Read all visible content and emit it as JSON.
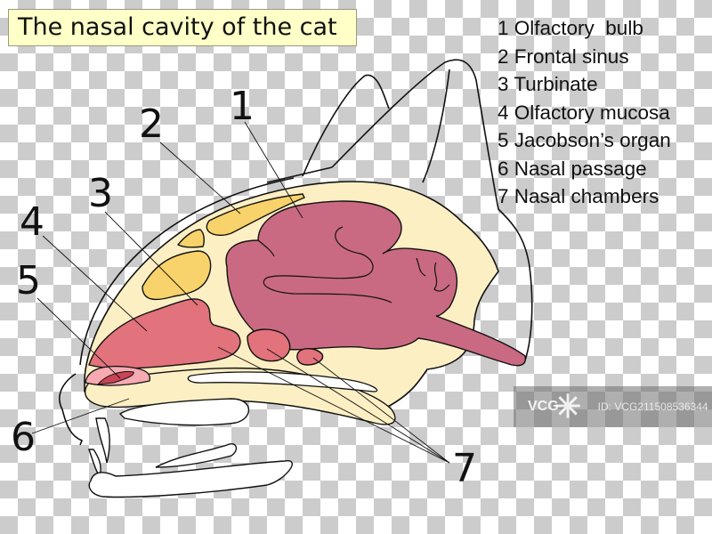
{
  "title": "The nasal cavity of the cat",
  "legend": {
    "items": [
      {
        "number": "1",
        "label": "Olfactory  bulb",
        "text": "1 Olfactory  bulb"
      },
      {
        "number": "2",
        "label": "Frontal sinus",
        "text": "2 Frontal sinus"
      },
      {
        "number": "3",
        "label": "Turbinate",
        "text": "3 Turbinate"
      },
      {
        "number": "4",
        "label": "Olfactory mucosa",
        "text": "4 Olfactory mucosa"
      },
      {
        "number": "5",
        "label": "Jacobson’s organ",
        "text": "5 Jacobson’s organ"
      },
      {
        "number": "6",
        "label": "Nasal passage",
        "text": "6 Nasal passage"
      },
      {
        "number": "7",
        "label": "Nasal chambers",
        "text": "7 Nasal chambers"
      }
    ]
  },
  "callouts": {
    "n1": "1",
    "n2": "2",
    "n3": "3",
    "n4": "4",
    "n5": "5",
    "n6": "6",
    "n7": "7"
  },
  "colors": {
    "bone": "#fdefc4",
    "sinus": "#f8d26a",
    "brain": "#c96a82",
    "mucosa": "#e2727b",
    "jacobson": "#f7aab2",
    "jacobson_inner": "#c94455",
    "title_bg": "#ffffc8",
    "outline": "#111111"
  },
  "watermark": {
    "logo": "VCG",
    "id": "ID: VCG211508536344"
  }
}
